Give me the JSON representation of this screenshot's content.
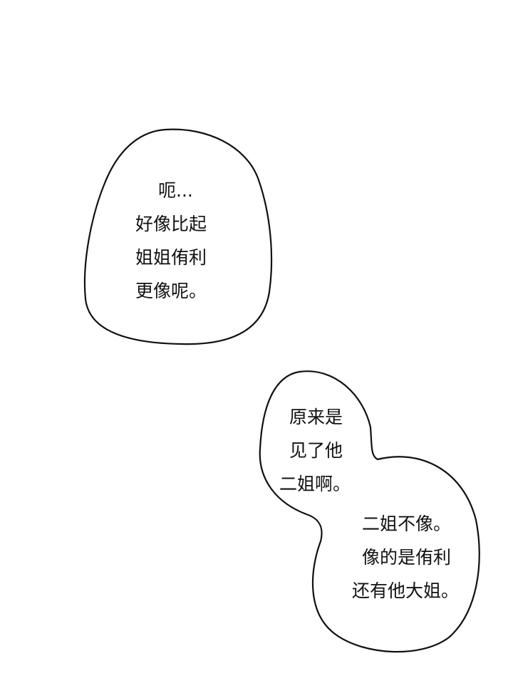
{
  "bubbles": [
    {
      "lines": [
        "呃...",
        "好像比起",
        "姐姐侑利",
        "更像呢。"
      ]
    },
    {
      "lines": [
        "原来是",
        "见了他",
        "二姐啊。"
      ]
    },
    {
      "lines": [
        "二姐不像。",
        "像的是侑利",
        "还有他大姐。"
      ]
    }
  ]
}
